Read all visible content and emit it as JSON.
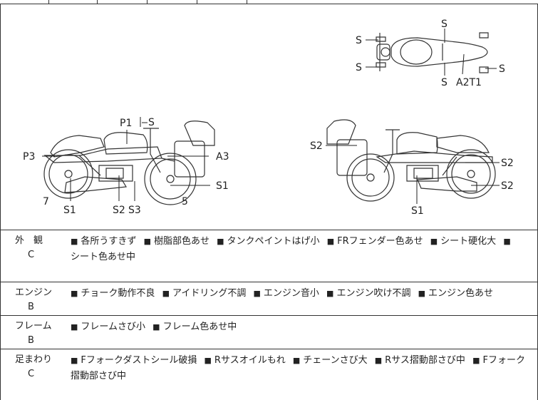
{
  "diagram": {
    "top_view_labels": {
      "left_top": "S",
      "left_bottom": "S",
      "top_center": "S",
      "right": "S",
      "bottom_s": "S",
      "bottom_code": "A2T1"
    },
    "left_view_labels": {
      "p1": "P1",
      "p1_s": "S",
      "p3": "P3",
      "a3": "A3",
      "s1_right": "S1",
      "seven": "7",
      "five": "5",
      "s1_bottom": "S1",
      "s2": "S2",
      "s3": "S3"
    },
    "right_view_labels": {
      "s2_left": "S2",
      "s2_right_top": "S2",
      "s2_right_bottom": "S2",
      "s1_bottom": "S1"
    }
  },
  "conditions": [
    {
      "category": "外　観",
      "grade": "C",
      "lines": [
        [
          {
            "m": "■",
            "t": "各所うすきず"
          },
          {
            "m": "■",
            "t": "樹脂部色あせ"
          },
          {
            "m": "■",
            "t": "タンクペイントはげ小"
          },
          {
            "m": "■",
            "t": "FRフェンダー色あせ"
          },
          {
            "m": "■",
            "t": "シート硬化大"
          },
          {
            "m": "■",
            "t": ""
          }
        ],
        [
          {
            "m": "",
            "t": "シート色あせ中"
          }
        ]
      ]
    },
    {
      "category": "エンジン",
      "grade": "B",
      "lines": [
        [
          {
            "m": "■",
            "t": "チョーク動作不良"
          },
          {
            "m": "■",
            "t": "アイドリング不調"
          },
          {
            "m": "■",
            "t": "エンジン音小"
          },
          {
            "m": "■",
            "t": "エンジン吹け不調"
          },
          {
            "m": "■",
            "t": "エンジン色あせ"
          }
        ]
      ]
    },
    {
      "category": "フレーム",
      "grade": "B",
      "lines": [
        [
          {
            "m": "■",
            "t": "フレームさび小"
          },
          {
            "m": "■",
            "t": "フレーム色あせ中"
          }
        ]
      ]
    },
    {
      "category": "足まわり",
      "grade": "C",
      "lines": [
        [
          {
            "m": "■",
            "t": "Fフォークダストシール破損"
          },
          {
            "m": "■",
            "t": "Rサスオイルもれ"
          },
          {
            "m": "■",
            "t": "チェーンさび大"
          },
          {
            "m": "■",
            "t": "Rサス摺動部さび中"
          },
          {
            "m": "■",
            "t": "Fフォーク"
          }
        ],
        [
          {
            "m": "",
            "t": "摺動部さび中"
          }
        ]
      ]
    }
  ]
}
